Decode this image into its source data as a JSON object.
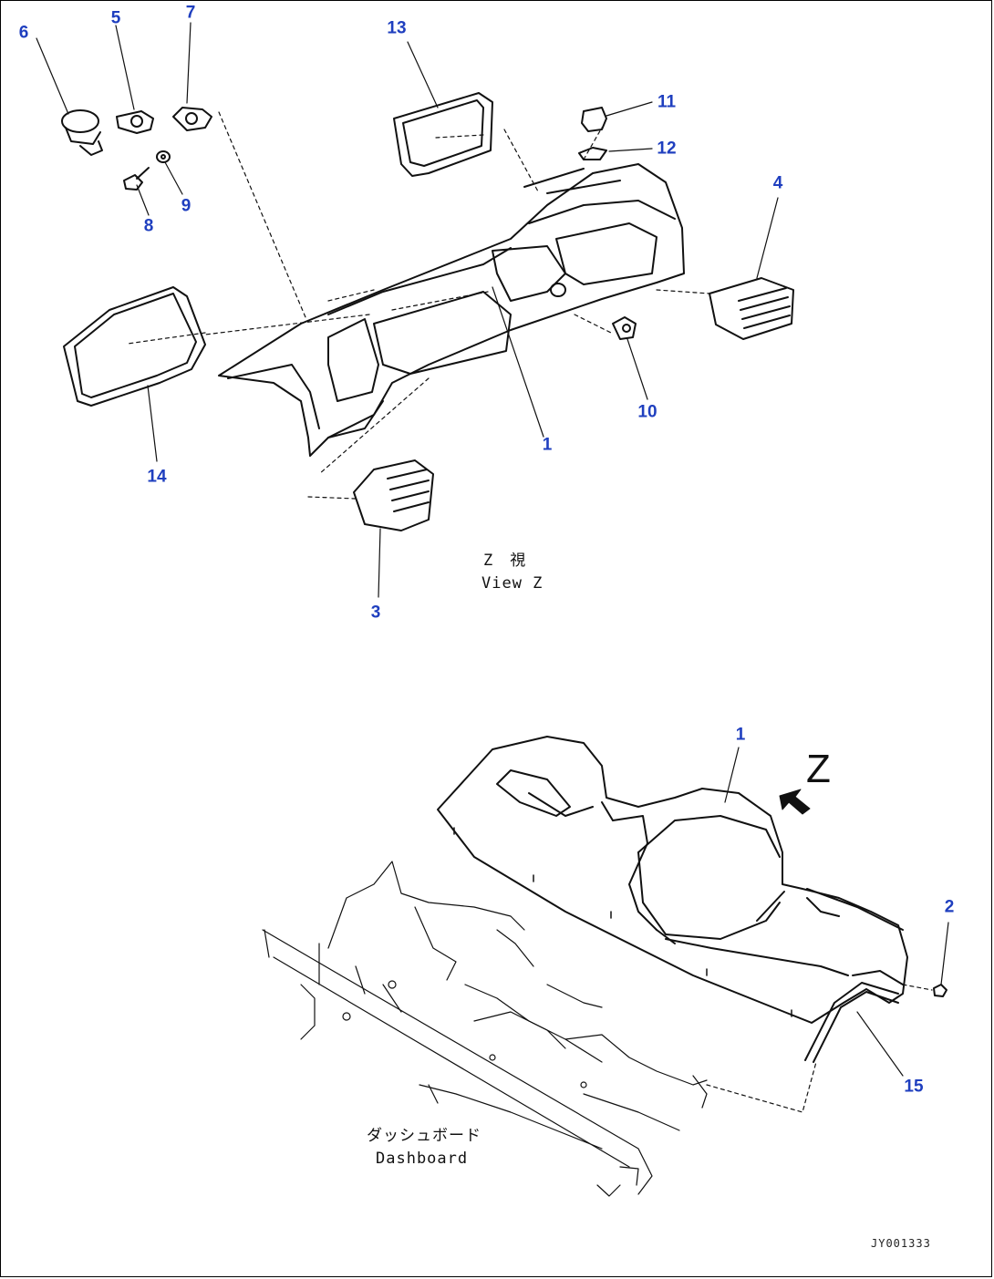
{
  "callouts": {
    "c1_top": "1",
    "c1_bottom": "1",
    "c2": "2",
    "c3": "3",
    "c4": "4",
    "c5": "5",
    "c6": "6",
    "c7": "7",
    "c8": "8",
    "c9": "9",
    "c10": "10",
    "c11": "11",
    "c12": "12",
    "c13": "13",
    "c14": "14",
    "c15": "15"
  },
  "view_label": {
    "jp": "Z　視",
    "en": "View Z"
  },
  "view_arrow_letter": "Z",
  "dashboard_label": {
    "jp": "ダッシュボード",
    "en": "Dashboard"
  },
  "drawing_id": "JY001333",
  "colors": {
    "callout": "#1f3fbf",
    "line": "#111111",
    "background": "#ffffff"
  }
}
